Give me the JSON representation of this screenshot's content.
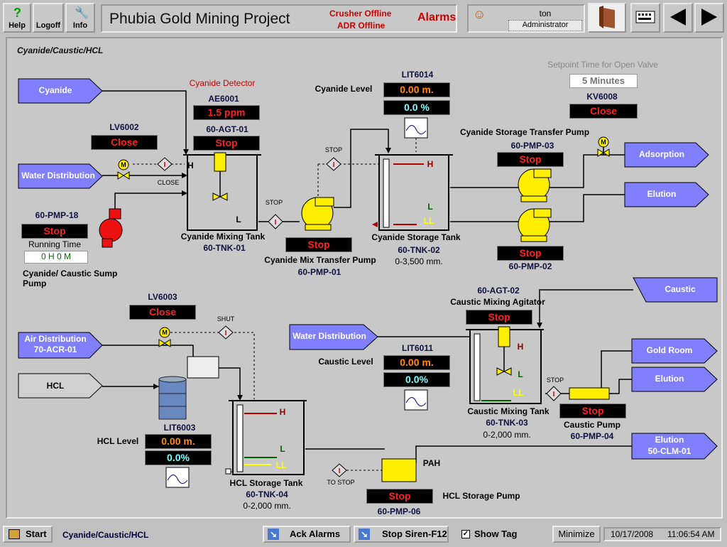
{
  "toolbar": {
    "help": "Help",
    "logoff": "Logoff",
    "info": "Info",
    "title": "Phubia Gold Mining Project",
    "status1": "Crusher Offline",
    "status2": "ADR Offline",
    "alarms": "Alarms",
    "user": "ton",
    "role": "Administrator"
  },
  "section_label": "Cyanide/Caustic/HCL",
  "setpoint": {
    "label": "Setpoint Time for Open Valve",
    "value": "5 Minutes"
  },
  "kv6008": {
    "tag": "KV6008",
    "state": "Close"
  },
  "cyanide_detector": {
    "label": "Cyanide Detector",
    "tag": "AE6001",
    "value": "1.5 ppm"
  },
  "agt01": {
    "tag": "60-AGT-01",
    "state": "Stop"
  },
  "lv6002": {
    "tag": "LV6002",
    "state": "Close",
    "close_label": "CLOSE"
  },
  "lit6014": {
    "tag": "LIT6014",
    "label": "Cyanide Level",
    "level": "0.00 m.",
    "pct": "0.0 %"
  },
  "flow_labels": {
    "cyanide": "Cyanide",
    "water_dist": "Water Distribution",
    "adsorption": "Adsorption",
    "elution": "Elution",
    "caustic": "Caustic",
    "air_dist": "Air Distribution",
    "air_dist_tag": "70-ACR-01",
    "hcl": "HCL",
    "water_dist2": "Water Distribution",
    "gold_room": "Gold Room",
    "elution2": "Elution",
    "elution3": "Elution",
    "elution3_tag": "50-CLM-01"
  },
  "pmp18": {
    "tag": "60-PMP-18",
    "state": "Stop",
    "running_label": "Running Time",
    "running_value": "0 H 0   M",
    "desc": "Cyanide/ Caustic Sump Pump"
  },
  "tnk01": {
    "name": "Cyanide Mixing Tank",
    "tag": "60-TNK-01",
    "h": "H",
    "l": "L"
  },
  "pmp01": {
    "state": "Stop",
    "desc": "Cyanide Mix Transfer Pump",
    "tag": "60-PMP-01",
    "stop_label": "STOP",
    "stop_label2": "STOP"
  },
  "tnk02": {
    "name": "Cyanide Storage Tank",
    "tag": "60-TNK-02",
    "range": "0-3,500 mm.",
    "h": "H",
    "l": "L",
    "ll": "LL"
  },
  "pmp03": {
    "desc": "Cyanide Storage Transfer Pump",
    "tag": "60-PMP-03",
    "state": "Stop"
  },
  "pmp02": {
    "state": "Stop",
    "tag": "60-PMP-02"
  },
  "lv6003": {
    "tag": "LV6003",
    "state": "Close",
    "shut_label": "SHUT"
  },
  "lit6003": {
    "tag": "LIT6003",
    "label": "HCL Level",
    "level": "0.00 m.",
    "pct": "0.0%"
  },
  "tnk04": {
    "name": "HCL Storage Tank",
    "tag": "60-TNK-04",
    "range": "0-2,000 mm.",
    "h": "H",
    "l": "L",
    "ll": "LL"
  },
  "pmp06": {
    "state": "Stop",
    "tag": "60-PMP-06",
    "desc": "HCL Storage Pump",
    "pah": "PAH",
    "to_stop": "TO STOP"
  },
  "agt02": {
    "tag": "60-AGT-02",
    "desc": "Caustic Mixing Agitator",
    "state": "Stop"
  },
  "lit6011": {
    "tag": "LIT6011",
    "label": "Caustic Level",
    "level": "0.00 m.",
    "pct": "0.0%"
  },
  "tnk03": {
    "name": "Caustic Mixing Tank",
    "tag": "60-TNK-03",
    "range": "0-2,000 mm.",
    "h": "H",
    "l": "L",
    "ll": "LL"
  },
  "pmp04": {
    "state": "Stop",
    "desc": "Caustic Pump",
    "tag": "60-PMP-04",
    "stop_label": "STOP"
  },
  "taskbar": {
    "start": "Start",
    "screen": "Cyanide/Caustic/HCL",
    "ack": "Ack Alarms",
    "siren": "Stop Siren-F12",
    "show_tag": "Show Tag",
    "minimize": "Minimize",
    "date": "10/17/2008",
    "time": "11:06:54 AM"
  },
  "colors": {
    "arrow_fill": "#8080ff",
    "pump_yellow": "#ffee00",
    "pump_red": "#ee1111",
    "alarm_red": "#cc0000"
  }
}
